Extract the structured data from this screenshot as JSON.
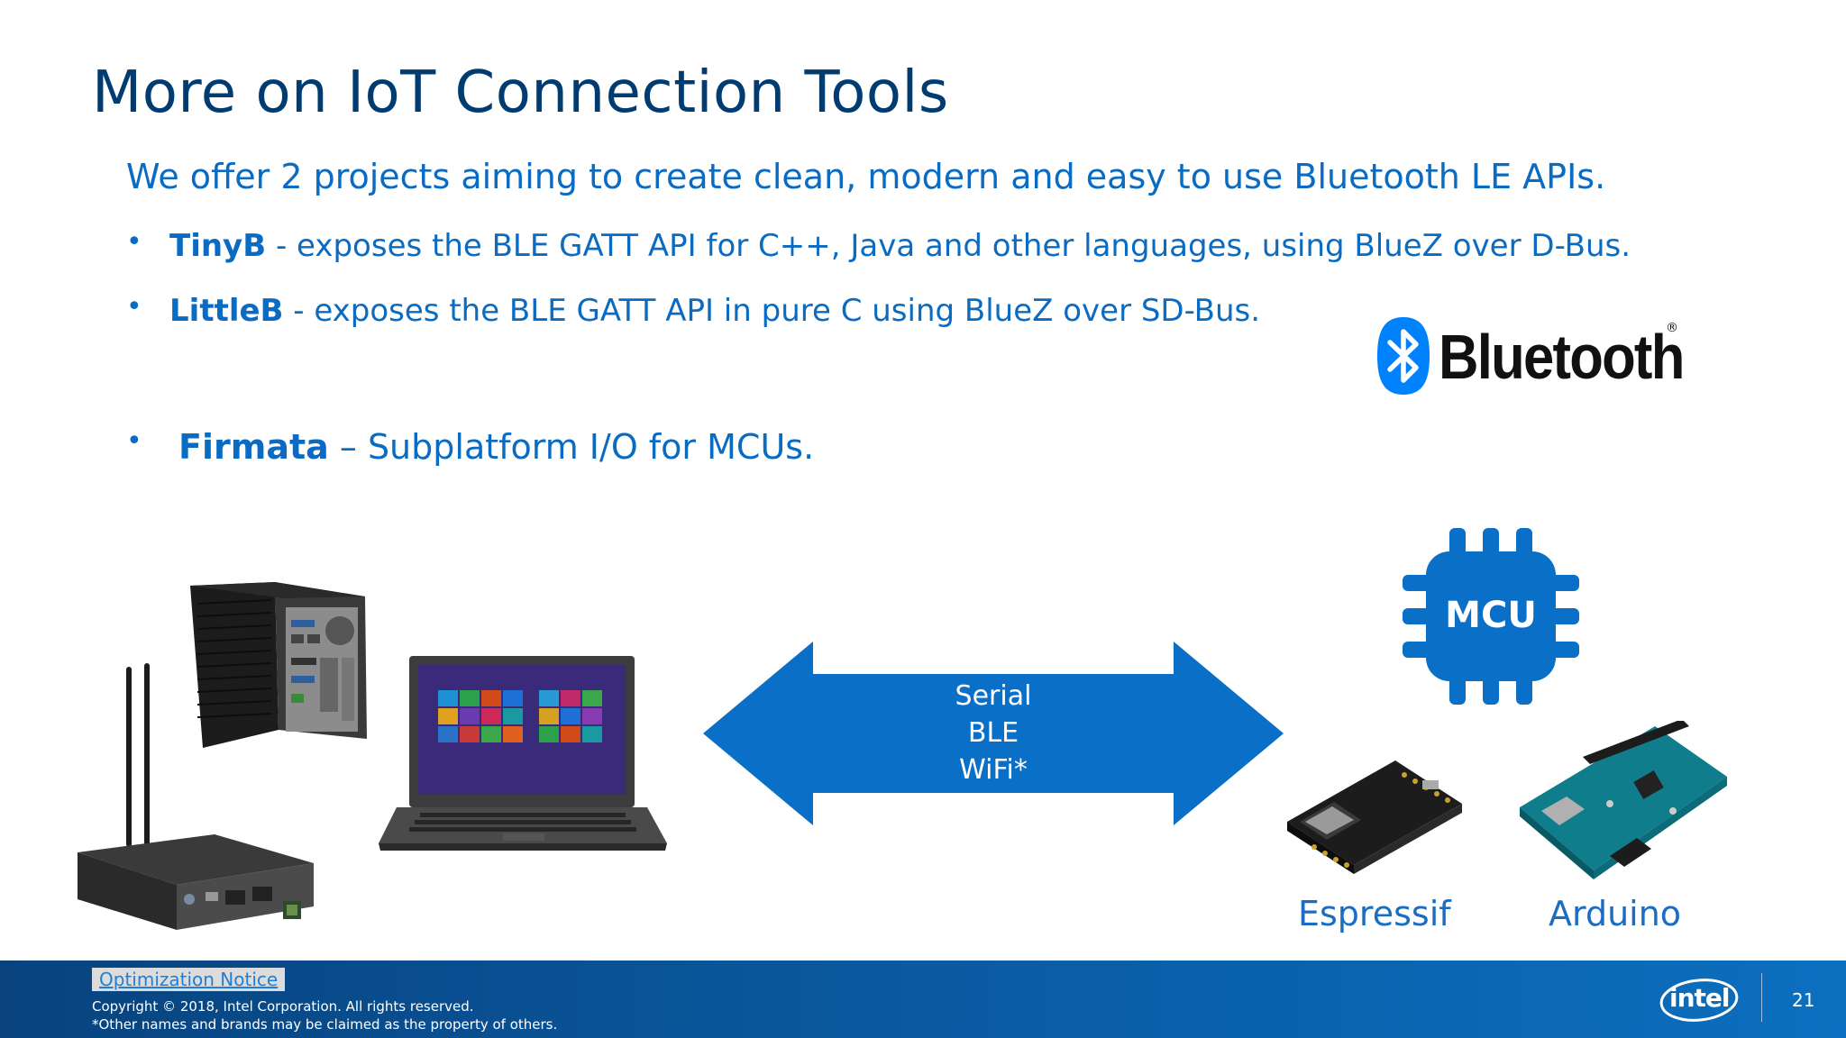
{
  "slide": {
    "title": "More on IoT Connection Tools",
    "intro": "We offer 2 projects aiming to create clean, modern and easy to use Bluetooth LE APIs.",
    "bullets": [
      {
        "bold": "TinyB",
        "rest": " - exposes the BLE GATT API for C++, Java and other languages, using BlueZ over D-Bus."
      },
      {
        "bold": "LittleB",
        "rest": " - exposes the BLE GATT API in pure C using BlueZ over SD-Bus."
      },
      {
        "bold": "Firmata",
        "rest": " – Subplatform I/O for MCUs."
      }
    ],
    "bullet_glyph": "•",
    "bluetooth_logo": {
      "text": "Bluetooth",
      "reg": "®",
      "color": "#0082fc",
      "icon": "bluetooth-rune-icon"
    },
    "arrow": {
      "lines": [
        "Serial",
        "BLE",
        "WiFi*"
      ],
      "color": "#0a6fc7"
    },
    "mcu": {
      "label": "MCU",
      "color": "#0a6fc7"
    },
    "devices": {
      "espressif": "Espressif",
      "arduino": "Arduino"
    }
  },
  "footer": {
    "notice": "Optimization Notice",
    "copyright": "Copyright © 2018, Intel Corporation. All rights reserved.",
    "other_names": "*Other names and brands may be claimed as the property of others.",
    "brand": "intel",
    "page_number": "21"
  }
}
